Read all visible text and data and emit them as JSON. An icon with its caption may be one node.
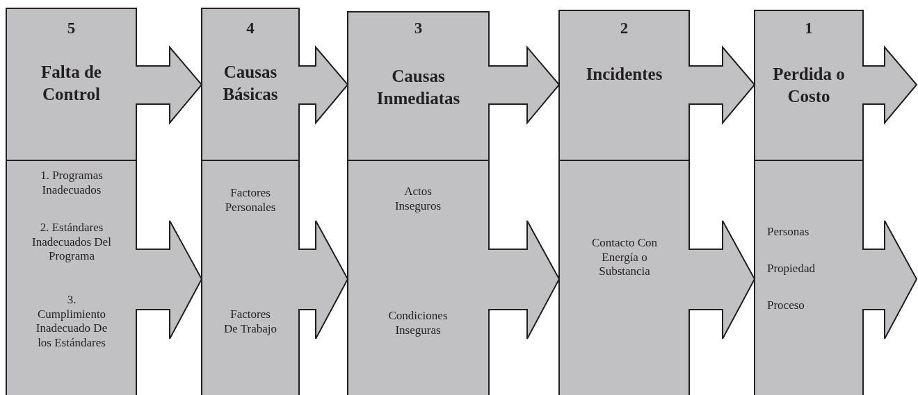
{
  "diagram": {
    "nodes": [
      {
        "text": [
          "5",
          "Falta de Control"
        ]
      },
      {
        "text": [
          "4",
          "Causas Básicas"
        ]
      },
      {
        "text": [
          "3",
          "Causas Inmediatas"
        ]
      },
      {
        "text": [
          "2",
          "Incidentes"
        ]
      },
      {
        "text": [
          "1",
          "Perdida o Costo"
        ]
      },
      {
        "text": [
          "1. Programas Inadecuados",
          "2. Estándares Inadecuados Del Programa",
          "3. Cumplimiento Inadecuado De los Estándares"
        ]
      },
      {
        "text": [
          "Factores Personales",
          "Factores De Trabajo"
        ]
      },
      {
        "text": [
          "Actos Inseguros",
          "Condiciones Inseguras"
        ]
      },
      {
        "text": [
          "Contacto Con Energía o Substancia"
        ]
      },
      {
        "text": [
          "Personas",
          "Propiedad",
          "Proceso"
        ]
      }
    ],
    "edges": [
      {
        "from": 0,
        "to": 1,
        "arrow": "to"
      },
      {
        "from": 1,
        "to": 2,
        "arrow": "to"
      },
      {
        "from": 2,
        "to": 3,
        "arrow": "to"
      },
      {
        "from": 3,
        "to": 4,
        "arrow": "to"
      },
      {
        "from": 4,
        "to": null,
        "arrow": "to"
      },
      {
        "from": 5,
        "to": 6,
        "arrow": "to"
      },
      {
        "from": 6,
        "to": 7,
        "arrow": "to"
      },
      {
        "from": 7,
        "to": 8,
        "arrow": "to"
      },
      {
        "from": 8,
        "to": 9,
        "arrow": "to"
      },
      {
        "from": 9,
        "to": null,
        "arrow": "to"
      }
    ]
  }
}
